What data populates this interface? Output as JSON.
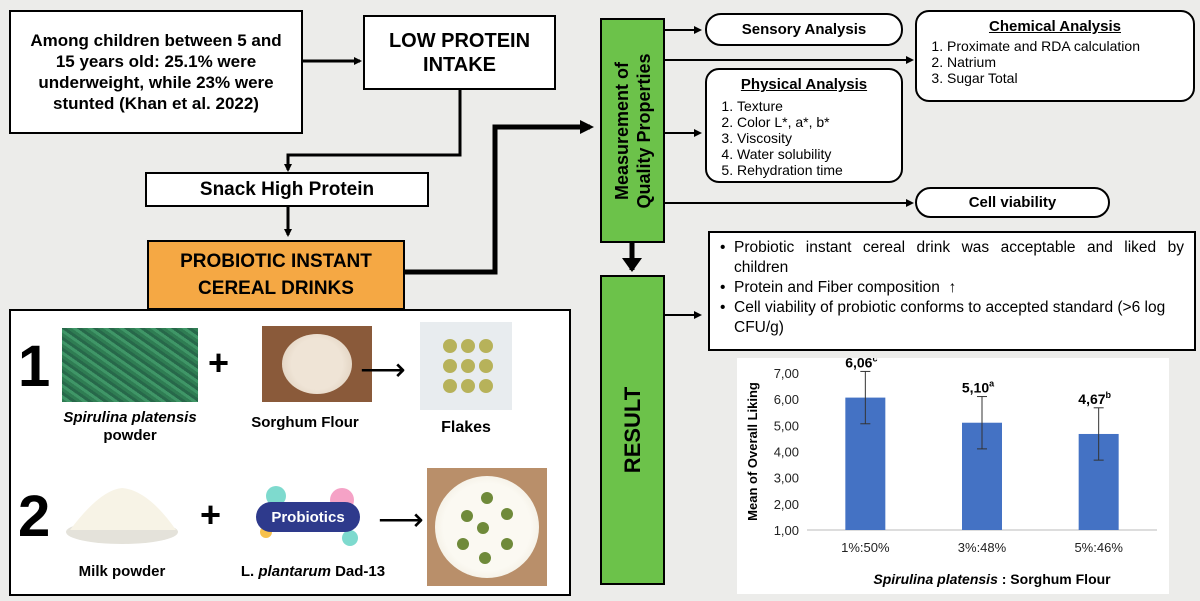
{
  "problem": {
    "text": "Among children between 5 and 15 years old: 25.1% were underweight, while 23% were stunted (Khan et al. 2022)"
  },
  "low_protein": {
    "text": "LOW PROTEIN INTAKE"
  },
  "snack": {
    "text": "Snack High Protein"
  },
  "product": {
    "line1": "PROBIOTIC INSTANT",
    "line2": "CEREAL DRINKS"
  },
  "measurement": {
    "line1": "Measurement of",
    "line2": "Quality Properties"
  },
  "result": {
    "label": "RESULT"
  },
  "sensory": {
    "title": "Sensory Analysis"
  },
  "chemical": {
    "title": "Chemical Analysis",
    "items": [
      "Proximate and RDA calculation",
      "Natrium",
      "Sugar Total"
    ]
  },
  "physical": {
    "title": "Physical Analysis",
    "items": [
      "Texture",
      "Color L*, a*, b*",
      "Viscosity",
      "Water solubility",
      "Rehydration time"
    ]
  },
  "viability": {
    "title": "Cell viability"
  },
  "findings": {
    "item1": "Probiotic instant cereal drink was acceptable and liked by children",
    "item2": "Protein and Fiber composition",
    "item2_arrow": "↑",
    "item3": "Cell viability of probiotic conforms to accepted standard (>6 log CFU/g)"
  },
  "process": {
    "step1_num": "1",
    "step2_num": "2",
    "plus": "+",
    "arrow": "⟶",
    "spirulina_italic": "Spirulina platensis",
    "spirulina_rest": "powder",
    "sorghum": "Sorghum Flour",
    "flakes": "Flakes",
    "milk": "Milk powder",
    "probiotic_badge": "Probiotics",
    "lp_prefix": "L. ",
    "lp_italic": "plantarum",
    "lp_suffix": " Dad-13"
  },
  "colors": {
    "bar": "#4472c4",
    "green_box": "#6cc24a",
    "orange_box": "#f5a844"
  },
  "chart_data": {
    "type": "bar",
    "categories": [
      "1%:50%",
      "3%:48%",
      "5%:46%"
    ],
    "values": [
      6.06,
      5.1,
      4.67
    ],
    "errors": [
      1.0,
      1.0,
      1.0
    ],
    "data_labels": [
      "6,06",
      "5,10",
      "4,67"
    ],
    "superscripts": [
      "c",
      "a",
      "b"
    ],
    "ylabel": "Mean of Overall Liking",
    "xlabel_italic": "Spirulina platensis",
    "xlabel_rest": " : Sorghum Flour",
    "yticks": [
      "1,00",
      "2,00",
      "3,00",
      "4,00",
      "5,00",
      "6,00",
      "7,00"
    ],
    "ylim": [
      1,
      7
    ],
    "grid": false
  }
}
